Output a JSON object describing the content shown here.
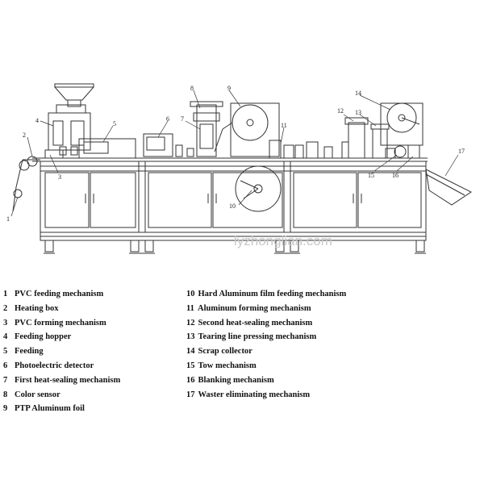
{
  "watermark": "lyzhonglian.com",
  "callouts": [
    "1",
    "2",
    "3",
    "4",
    "5",
    "6",
    "7",
    "8",
    "9",
    "10",
    "11",
    "12",
    "13",
    "14",
    "15",
    "16",
    "17"
  ],
  "legend_left": [
    {
      "num": "1",
      "label": "PVC feeding mechanism"
    },
    {
      "num": "2",
      "label": "Heating box"
    },
    {
      "num": "3",
      "label": "PVC forming mechanism"
    },
    {
      "num": "4",
      "label": "Feeding hopper"
    },
    {
      "num": "5",
      "label": "Feeding"
    },
    {
      "num": "6",
      "label": "Photoelectric detector"
    },
    {
      "num": "7",
      "label": "First heat-sealing mechanism"
    },
    {
      "num": "8",
      "label": "Color sensor"
    },
    {
      "num": "9",
      "label": "PTP Aluminum foil"
    }
  ],
  "legend_right": [
    {
      "num": "10",
      "label": "Hard Aluminum film feeding mechanism"
    },
    {
      "num": "11",
      "label": "Aluminum forming mechanism"
    },
    {
      "num": "12",
      "label": "Second heat-sealing mechanism"
    },
    {
      "num": "13",
      "label": "Tearing line pressing mechanism"
    },
    {
      "num": "14",
      "label": "Scrap collector"
    },
    {
      "num": "15",
      "label": "Tow mechanism"
    },
    {
      "num": "16",
      "label": "Blanking mechanism"
    },
    {
      "num": "17",
      "label": "Waster eliminating mechanism"
    }
  ]
}
